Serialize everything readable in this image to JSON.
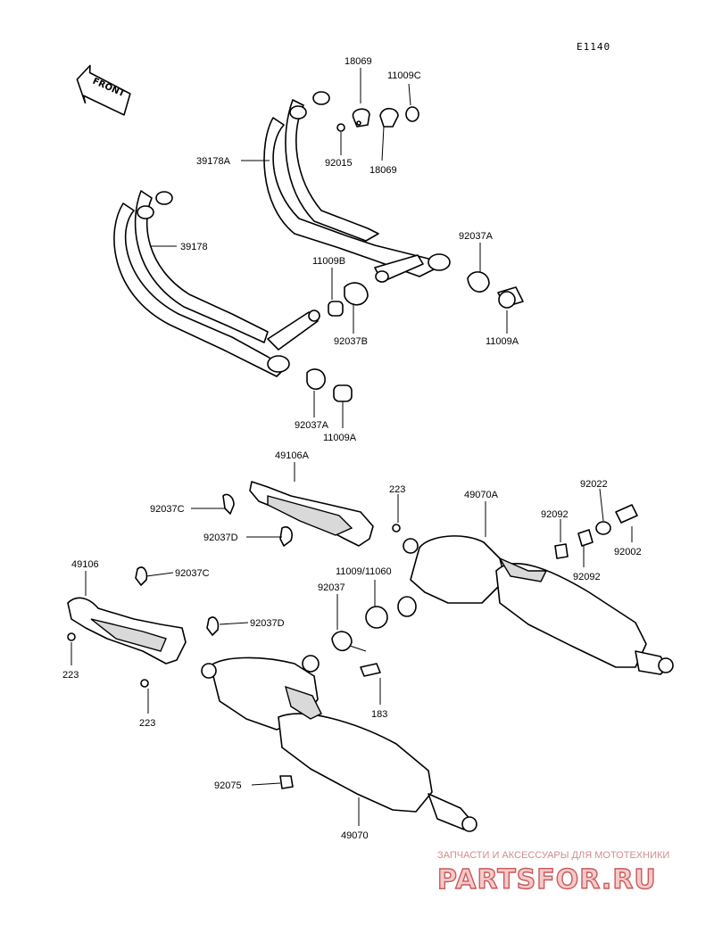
{
  "diagram": {
    "code": "E1140",
    "front_label": "FRONT",
    "parts": [
      {
        "id": "18069_top",
        "label": "18069"
      },
      {
        "id": "11009C",
        "label": "11009C"
      },
      {
        "id": "92015",
        "label": "92015"
      },
      {
        "id": "18069_bot",
        "label": "18069"
      },
      {
        "id": "39178A",
        "label": "39178A"
      },
      {
        "id": "39178",
        "label": "39178"
      },
      {
        "id": "92037A_r",
        "label": "92037A"
      },
      {
        "id": "11009B",
        "label": "11009B"
      },
      {
        "id": "92037B",
        "label": "92037B"
      },
      {
        "id": "11009A_r",
        "label": "11009A"
      },
      {
        "id": "92037A_l",
        "label": "92037A"
      },
      {
        "id": "11009A_l",
        "label": "11009A"
      },
      {
        "id": "49106A",
        "label": "49106A"
      },
      {
        "id": "223_top",
        "label": "223"
      },
      {
        "id": "49070A",
        "label": "49070A"
      },
      {
        "id": "92022",
        "label": "92022"
      },
      {
        "id": "92037C_top",
        "label": "92037C"
      },
      {
        "id": "92092_top",
        "label": "92092"
      },
      {
        "id": "92037D_top",
        "label": "92037D"
      },
      {
        "id": "92002",
        "label": "92002"
      },
      {
        "id": "92092_bot",
        "label": "92092"
      },
      {
        "id": "49106",
        "label": "49106"
      },
      {
        "id": "92037C_bot",
        "label": "92037C"
      },
      {
        "id": "11009_11060",
        "label": "11009/11060"
      },
      {
        "id": "92037",
        "label": "92037"
      },
      {
        "id": "92037D_bot",
        "label": "92037D"
      },
      {
        "id": "223_left",
        "label": "223"
      },
      {
        "id": "183",
        "label": "183"
      },
      {
        "id": "223_bot",
        "label": "223"
      },
      {
        "id": "92075",
        "label": "92075"
      },
      {
        "id": "49070",
        "label": "49070"
      }
    ]
  },
  "watermark": {
    "tagline": "ЗАПЧАСТИ И АКСЕССУАРЫ ДЛЯ МОТОТЕХНИКИ",
    "brand": "PARTSFOR.RU"
  }
}
